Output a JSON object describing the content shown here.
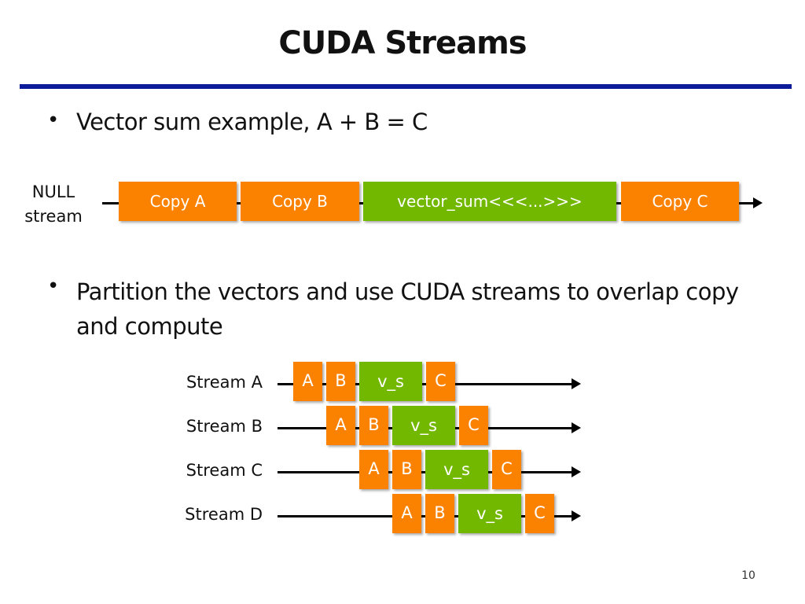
{
  "title": "CUDA Streams",
  "bullets": [
    "Vector sum example, A + B = C",
    "Partition the vectors and use CUDA streams to overlap copy and compute"
  ],
  "bullets_lines": [
    "Partition the vectors and use CUDA streams to overlap copy",
    "and compute"
  ],
  "null_stream": {
    "label_line1": "NULL",
    "label_line2": "stream",
    "ops": [
      {
        "label": "Copy A",
        "kind": "copy"
      },
      {
        "label": "Copy B",
        "kind": "copy"
      },
      {
        "label": "vector_sum<<<...>>>",
        "kind": "kernel"
      },
      {
        "label": "Copy C",
        "kind": "copy"
      }
    ]
  },
  "streams": [
    {
      "label": "Stream A",
      "ops": [
        "A",
        "B",
        "v_s",
        "C"
      ]
    },
    {
      "label": "Stream B",
      "ops": [
        "A",
        "B",
        "v_s",
        "C"
      ]
    },
    {
      "label": "Stream C",
      "ops": [
        "A",
        "B",
        "v_s",
        "C"
      ]
    },
    {
      "label": "Stream D",
      "ops": [
        "A",
        "B",
        "v_s",
        "C"
      ]
    }
  ],
  "colors": {
    "copy": "#fb8200",
    "kernel": "#72b800",
    "rule": "#0c1c9a"
  },
  "page_number": "10"
}
